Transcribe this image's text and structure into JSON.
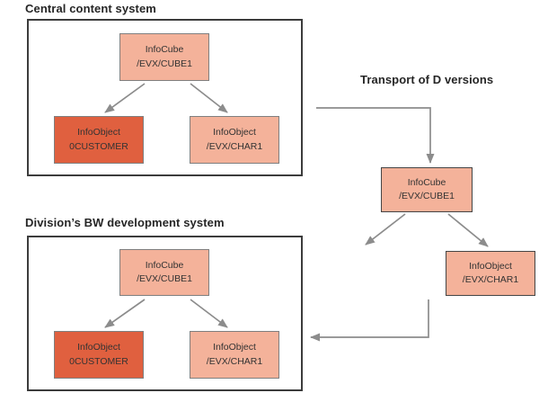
{
  "central_system": {
    "label": "Central content system",
    "nodes": [
      {
        "line1": "InfoCube",
        "line2": "/EVX/CUBE1",
        "variant": "light"
      },
      {
        "line1": "InfoObject",
        "line2": "0CUSTOMER",
        "variant": "dark"
      },
      {
        "line1": "InfoObject",
        "line2": "/EVX/CHAR1",
        "variant": "light"
      }
    ]
  },
  "division_system": {
    "label": "Division’s BW development system",
    "nodes": [
      {
        "line1": "InfoCube",
        "line2": "/EVX/CUBE1",
        "variant": "light"
      },
      {
        "line1": "InfoObject",
        "line2": "0CUSTOMER",
        "variant": "dark"
      },
      {
        "line1": "InfoObject",
        "line2": "/EVX/CHAR1",
        "variant": "light"
      }
    ]
  },
  "transport": {
    "label": "Transport of D versions",
    "nodes": [
      {
        "line1": "InfoCube",
        "line2": "/EVX/CUBE1",
        "variant": "light"
      },
      {
        "line1": "InfoObject",
        "line2": "/EVX/CHAR1",
        "variant": "light"
      }
    ]
  },
  "colors": {
    "node_fill_light": "#f4b29a",
    "node_fill_dark": "#e0603f",
    "node_border_in_system": "#7f7f7f",
    "node_border_standalone": "#454545",
    "system_border": "#3c3c3c",
    "arrow": "#8c8c8c",
    "label_text": "#262626",
    "node_text": "#333333"
  }
}
